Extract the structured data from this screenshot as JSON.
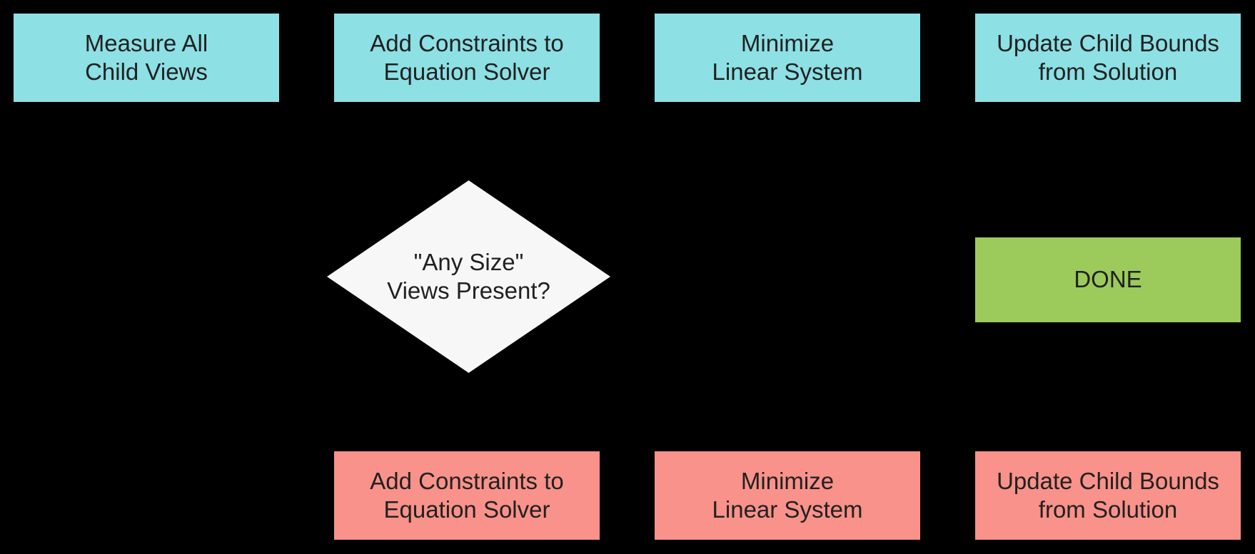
{
  "diagram": {
    "title": "layout pass flowchart",
    "background_color": "#000000",
    "colors": {
      "process_fill": "#8DE0E4",
      "alt_process_fill": "#F9928A",
      "terminal_fill": "#9CCB5B",
      "decision_fill": "#F7F7F7",
      "text": "#212121"
    },
    "top_row": [
      {
        "label": "Measure All\nChild Views"
      },
      {
        "label": "Add Constraints to\nEquation Solver"
      },
      {
        "label": "Minimize\nLinear System"
      },
      {
        "label": "Update Child Bounds\nfrom Solution"
      }
    ],
    "decision": {
      "label": "\"Any Size\"\nViews Present?"
    },
    "terminal": {
      "label": "DONE"
    },
    "bottom_row": [
      {
        "label": "Add Constraints to\nEquation Solver"
      },
      {
        "label": "Minimize\nLinear System"
      },
      {
        "label": "Update Child Bounds\nfrom Solution"
      }
    ]
  }
}
